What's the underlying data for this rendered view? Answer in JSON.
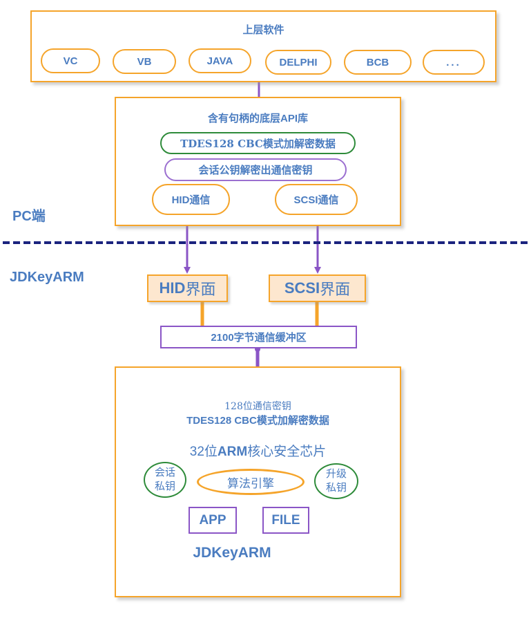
{
  "colors": {
    "orange": "#f5a42a",
    "purple": "#8a55c6",
    "green": "#2e8b3a",
    "text": "#4a7cc0",
    "divider": "#1a237e"
  },
  "upper": {
    "title": "上层软件",
    "items": [
      "VC",
      "VB",
      "JAVA",
      "DELPHI",
      "BCB",
      "..."
    ]
  },
  "api": {
    "title": "含有句柄的底层API库",
    "tdes": "TDES128 CBC模式加解密数据",
    "session": "会话公钥解密出通信密钥",
    "hid": "HID通信",
    "scsi": "SCSI通信"
  },
  "labels": {
    "pc": "PC端",
    "device": "JDKeyARM"
  },
  "interfaces": {
    "hid_prefix": "HID",
    "hid_suffix": "界面",
    "scsi_prefix": "SCSI",
    "scsi_suffix": "界面"
  },
  "buffer": "2100字节通信缓冲区",
  "chip": {
    "line1": "128位通信密钥",
    "line2": "TDES128  CBC模式加解密数据",
    "title_prefix": "32位",
    "title_arm": "ARM",
    "title_suffix": "核心安全芯片",
    "session_key_1": "会话",
    "session_key_2": "私钥",
    "engine": "算法引擎",
    "upgrade_key_1": "升级",
    "upgrade_key_2": "私钥",
    "app": "APP",
    "file": "FILE",
    "name": "JDKeyARM"
  }
}
